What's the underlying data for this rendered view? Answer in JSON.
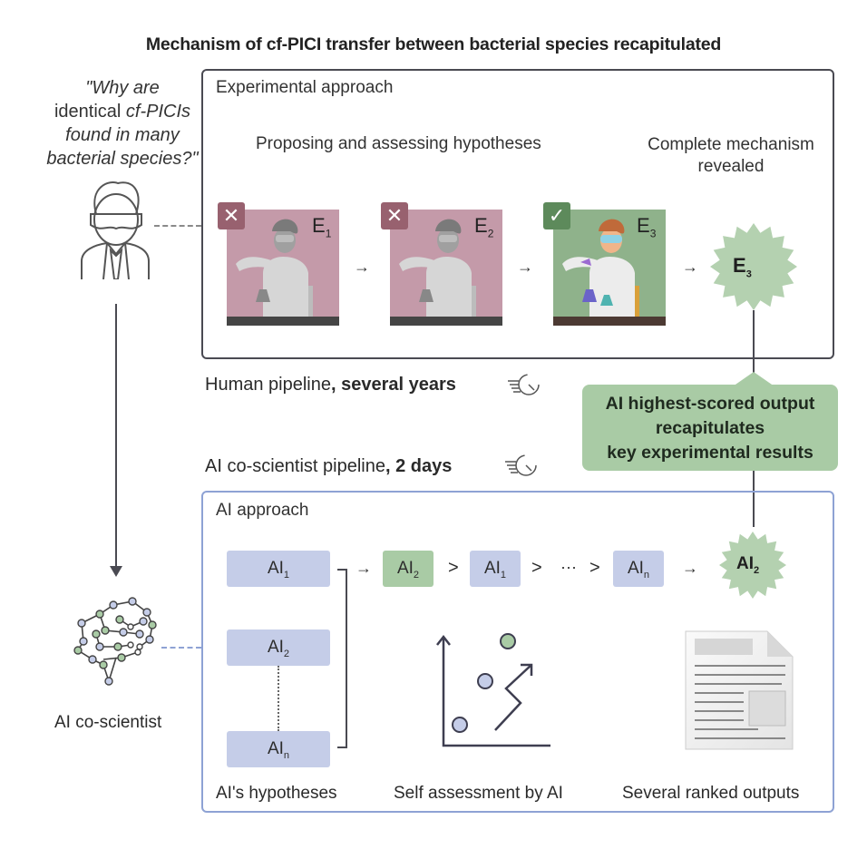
{
  "title": "Mechanism of cf-PICI transfer between bacterial species recapitulated",
  "question": {
    "line1": "\"Why are",
    "line2_plain": "identical ",
    "line2_italic": "cf-PICIs",
    "line3": "found in many",
    "line4": "bacterial species?\""
  },
  "experimental": {
    "box_title": "Experimental approach",
    "subhead_left": "Proposing and assessing hypotheses",
    "subhead_right_line1": "Complete mechanism",
    "subhead_right_line2": "revealed",
    "panels": [
      {
        "label": "E",
        "sub": "1",
        "status": "rejected",
        "badge": "✕"
      },
      {
        "label": "E",
        "sub": "2",
        "status": "rejected",
        "badge": "✕"
      },
      {
        "label": "E",
        "sub": "3",
        "status": "accepted",
        "badge": "✓"
      }
    ],
    "result": {
      "label": "E",
      "sub": "3"
    },
    "arrow": "→"
  },
  "human_pipeline": {
    "prefix": "Human pipeline",
    "suffix": ", several years"
  },
  "ai_pipeline": {
    "prefix": "AI co-scientist pipeline",
    "suffix": ", 2 days"
  },
  "callout": {
    "line1": "AI highest-scored output",
    "line2": "recapitulates",
    "line3": "key experimental results"
  },
  "ai": {
    "box_title": "AI approach",
    "hypotheses": [
      {
        "label": "AI",
        "sub": "1"
      },
      {
        "label": "AI",
        "sub": "2"
      },
      {
        "label": "AI",
        "sub": "n"
      }
    ],
    "ranking": [
      {
        "label": "AI",
        "sub": "2",
        "highlight": true
      },
      {
        "label": "AI",
        "sub": "1",
        "highlight": false
      },
      {
        "label": "AI",
        "sub": "n",
        "highlight": false
      }
    ],
    "gt": ">",
    "ellipsis": "···",
    "arrow": "→",
    "result": {
      "label": "AI",
      "sub": "2"
    },
    "captions": {
      "hypotheses": "AI's hypotheses",
      "self_assessment": "Self assessment by AI",
      "outputs": "Several ranked outputs"
    }
  },
  "actors": {
    "scientist_icon": "scientist-icon",
    "ai_label": "AI co-scientist"
  },
  "colors": {
    "rejected": "#c49aa9",
    "accepted": "#8fb28b",
    "ai_box": "#c5cde8",
    "highlight_green": "#a9cba5",
    "exp_border": "#4a4a52",
    "ai_border": "#8ea2d4"
  }
}
